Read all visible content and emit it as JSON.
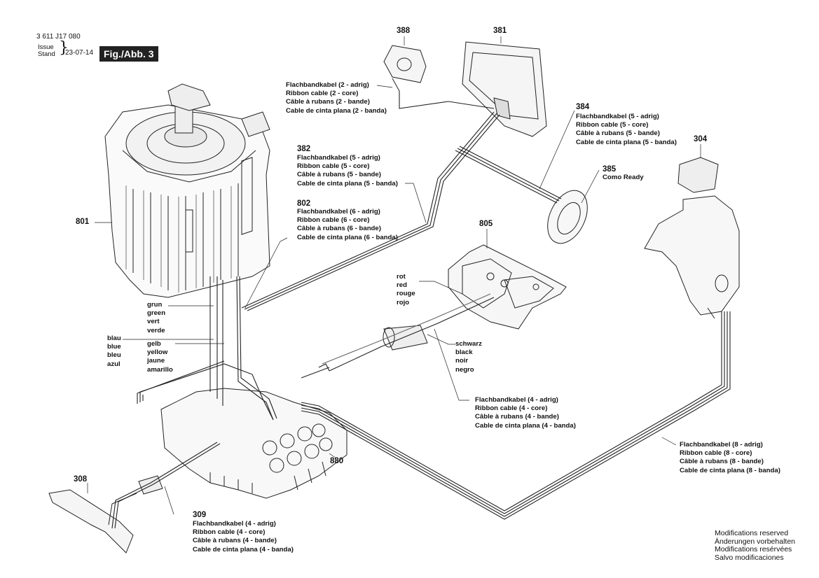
{
  "header": {
    "doc_number": "3 611 J17 080",
    "issue_lines": [
      "Issue",
      "Stand"
    ],
    "date": "23-07-14",
    "figure": "Fig./Abb. 3"
  },
  "parts": [
    {
      "id": "p388",
      "number": "388"
    },
    {
      "id": "p381",
      "number": "381"
    },
    {
      "id": "p384",
      "number": "384",
      "label": [
        "Flachbandkabel (5 - adrig)",
        "Ribbon cable (5 - core)",
        "Câble à rubans (5 - bande)",
        "Cable de cinta plana (5 - banda)"
      ]
    },
    {
      "id": "p304",
      "number": "304"
    },
    {
      "id": "p385",
      "number": "385",
      "label": [
        "Como Ready"
      ]
    },
    {
      "id": "p382",
      "number": "382",
      "label": [
        "Flachbandkabel (5 - adrig)",
        "Ribbon cable (5 - core)",
        "Câble à rubans (5 - bande)",
        "Cable de cinta plana (5 - banda)"
      ]
    },
    {
      "id": "p802",
      "number": "802",
      "label": [
        "Flachbandkabel (6 - adrig)",
        "Ribbon cable (6 - core)",
        "Câble à rubans (6 - bande)",
        "Cable de cinta plana (6 - banda)"
      ]
    },
    {
      "id": "p801",
      "number": "801"
    },
    {
      "id": "p805",
      "number": "805"
    },
    {
      "id": "p880",
      "number": "880"
    },
    {
      "id": "p308",
      "number": "308"
    },
    {
      "id": "p309",
      "number": "309",
      "label": [
        "Flachbandkabel (4 - adrig)",
        "Ribbon cable (4 - core)",
        "Câble à rubans (4 - bande)",
        "Cable de cinta plana (4 - banda)"
      ]
    }
  ],
  "callouts": {
    "ribbon2": [
      "Flachbandkabel (2 - adrig)",
      "Ribbon cable (2 - core)",
      "Câble à rubans (2 - bande)",
      "Cable de cinta plana (2 - banda)"
    ],
    "ribbon4": [
      "Flachbandkabel (4 - adrig)",
      "Ribbon cable (4 - core)",
      "Câble à rubans (4 - bande)",
      "Cable de cinta plana (4 - banda)"
    ],
    "ribbon8": [
      "Flachbandkabel (8 - adrig)",
      "Ribbon cable (8 - core)",
      "Câble à rubans (8 - bande)",
      "Cable de cinta plana (8 - banda)"
    ],
    "red": [
      "rot",
      "red",
      "rouge",
      "rojo"
    ],
    "black": [
      "schwarz",
      "black",
      "noir",
      "negro"
    ],
    "green": [
      "grun",
      "green",
      "vert",
      "verde"
    ],
    "blue": [
      "blau",
      "blue",
      "bleu",
      "azul"
    ],
    "yellow": [
      "gelb",
      "yellow",
      "jaune",
      "amarillo"
    ]
  },
  "footer": {
    "modifications": [
      "Modifications reserved",
      "Änderungen vorbehalten",
      "Modifications resérvées",
      "Salvo modificaciones"
    ]
  }
}
